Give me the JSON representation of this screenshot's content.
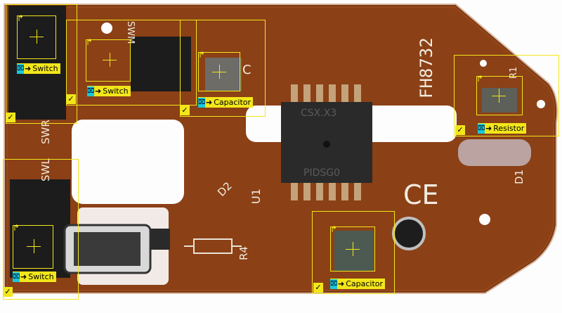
{
  "board": {
    "silkscreen_model": "FH8732",
    "silkscreen_ic": "CSX.X3",
    "silkscreen_ic2": "PIDSG0",
    "silkscreen_u1": "U1",
    "silkscreen_d2": "D2",
    "silkscreen_r4": "R4",
    "silkscreen_d1": "D1",
    "silkscreen_r1": "R1",
    "silkscreen_swl": "SWL",
    "silkscreen_swr": "SWR",
    "silkscreen_swm": "SWM",
    "silkscreen_ce": "CE",
    "silkscreen_cap_c": "C"
  },
  "annotations": [
    {
      "label": "Switch",
      "status": "✓"
    },
    {
      "label": "Switch",
      "status": "✓"
    },
    {
      "label": "Capacitor",
      "status": "✓"
    },
    {
      "label": "Resistor",
      "status": "✓"
    },
    {
      "label": "Switch",
      "status": "✓"
    },
    {
      "label": "Capacitor",
      "status": "✓"
    }
  ],
  "colors": {
    "pcb": "#8a3f14",
    "pcb_dark": "#6e300d",
    "annotation": "#f2e61a",
    "icon_badge": "#18c8d8"
  }
}
